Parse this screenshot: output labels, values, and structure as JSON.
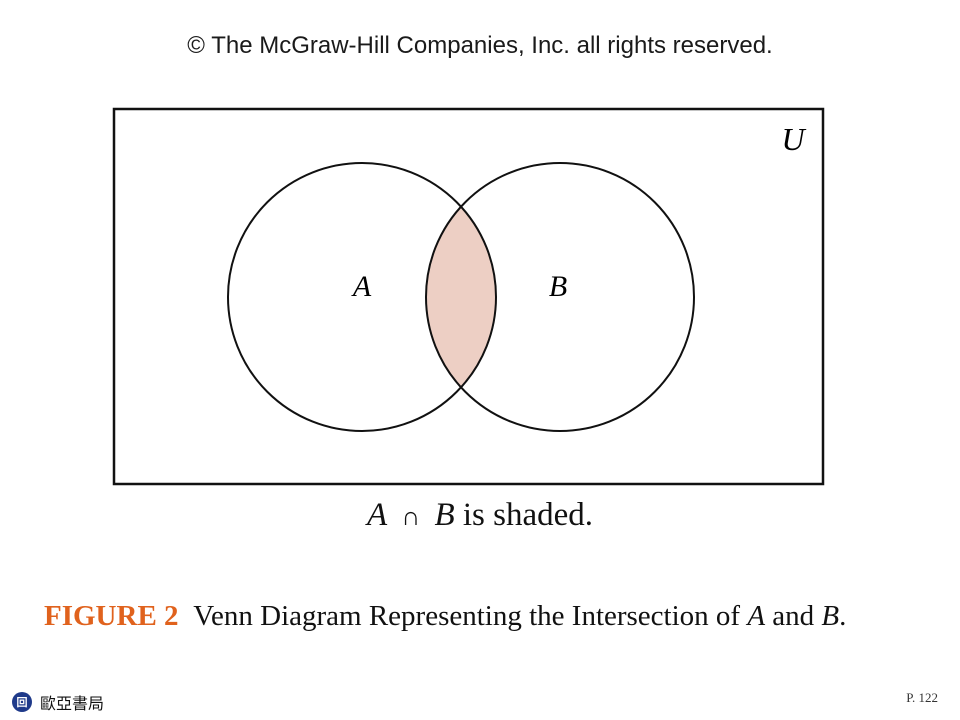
{
  "copyright": "© The McGraw-Hill Companies, Inc. all rights reserved.",
  "diagram": {
    "universe_label": "U",
    "set_a_label": "A",
    "set_b_label": "B",
    "shaded_region": "intersection",
    "shade_color": "#edcfc4"
  },
  "shaded_caption": {
    "set_a": "A",
    "operator": "∩",
    "set_b": "B",
    "rest": "is shaded."
  },
  "figure_caption": {
    "label": "FIGURE 2",
    "text_before": "Venn Diagram Representing the Intersection of",
    "set_a": "A",
    "conj": "and",
    "set_b": "B",
    "end": "."
  },
  "footer": {
    "publisher": "歐亞書局",
    "page": "P. 122"
  },
  "colors": {
    "accent": "#e0621d",
    "logo": "#1f3a8a"
  }
}
